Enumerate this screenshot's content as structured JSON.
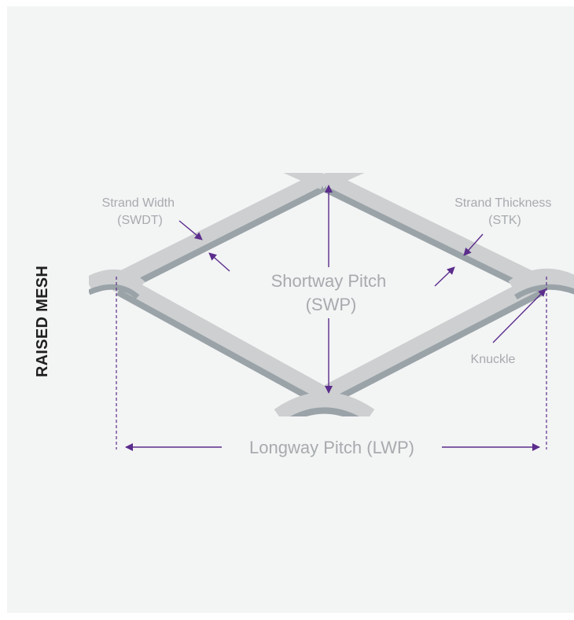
{
  "side_title": "RAISED MESH",
  "labels": {
    "strand_width": [
      "Strand Width",
      "(SWDT)"
    ],
    "strand_thickness": [
      "Strand Thickness",
      "(STK)"
    ],
    "shortway_pitch": [
      "Shortway Pitch",
      "(SWP)"
    ],
    "knuckle": "Knuckle",
    "longway_pitch": "Longway Pitch (LWP)"
  },
  "colors": {
    "background": "#f3f4f4",
    "strand_light": "#cdcfd0",
    "strand_dark": "#9aa3a8",
    "arrow": "#5b2d8c",
    "label_text": "#a7abae",
    "title_text": "#202020"
  }
}
